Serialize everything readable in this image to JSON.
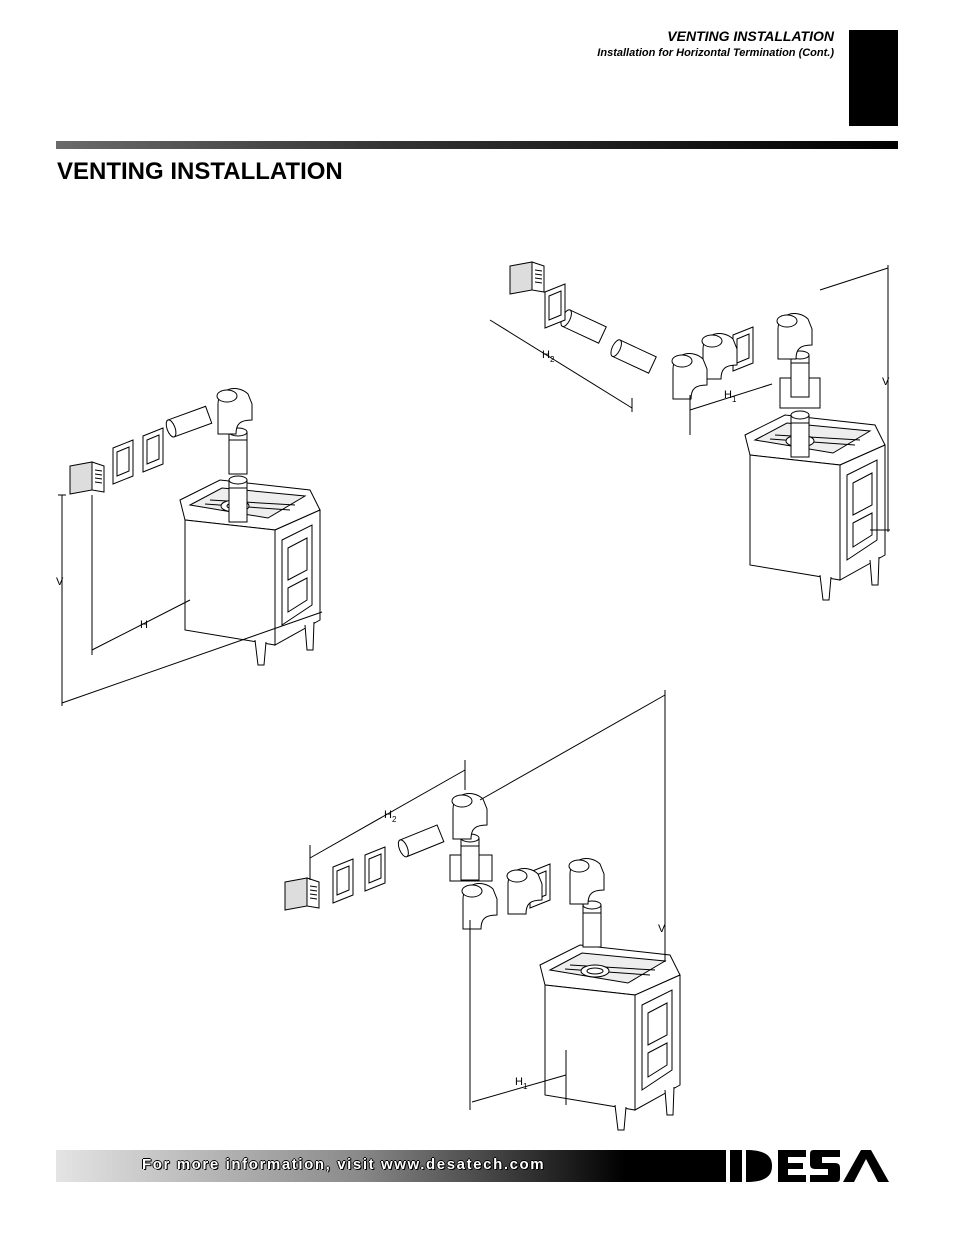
{
  "header": {
    "section_title": "VENTING INSTALLATION",
    "subtitle": "Installation for Horizontal Termination (Cont.)"
  },
  "page_title": "VENTING INSTALLATION",
  "figures": [
    {
      "labels": {
        "v": "V",
        "h": "H"
      }
    },
    {
      "labels": {
        "v": "V",
        "h1": "H",
        "h1_sub": "1",
        "h2": "H",
        "h2_sub": "2"
      }
    },
    {
      "labels": {
        "v": "V",
        "h1": "H",
        "h1_sub": "1",
        "h2": "H",
        "h2_sub": "2"
      }
    }
  ],
  "footer": {
    "text": "For more information, visit www.desatech.com",
    "logo": "DESA"
  }
}
